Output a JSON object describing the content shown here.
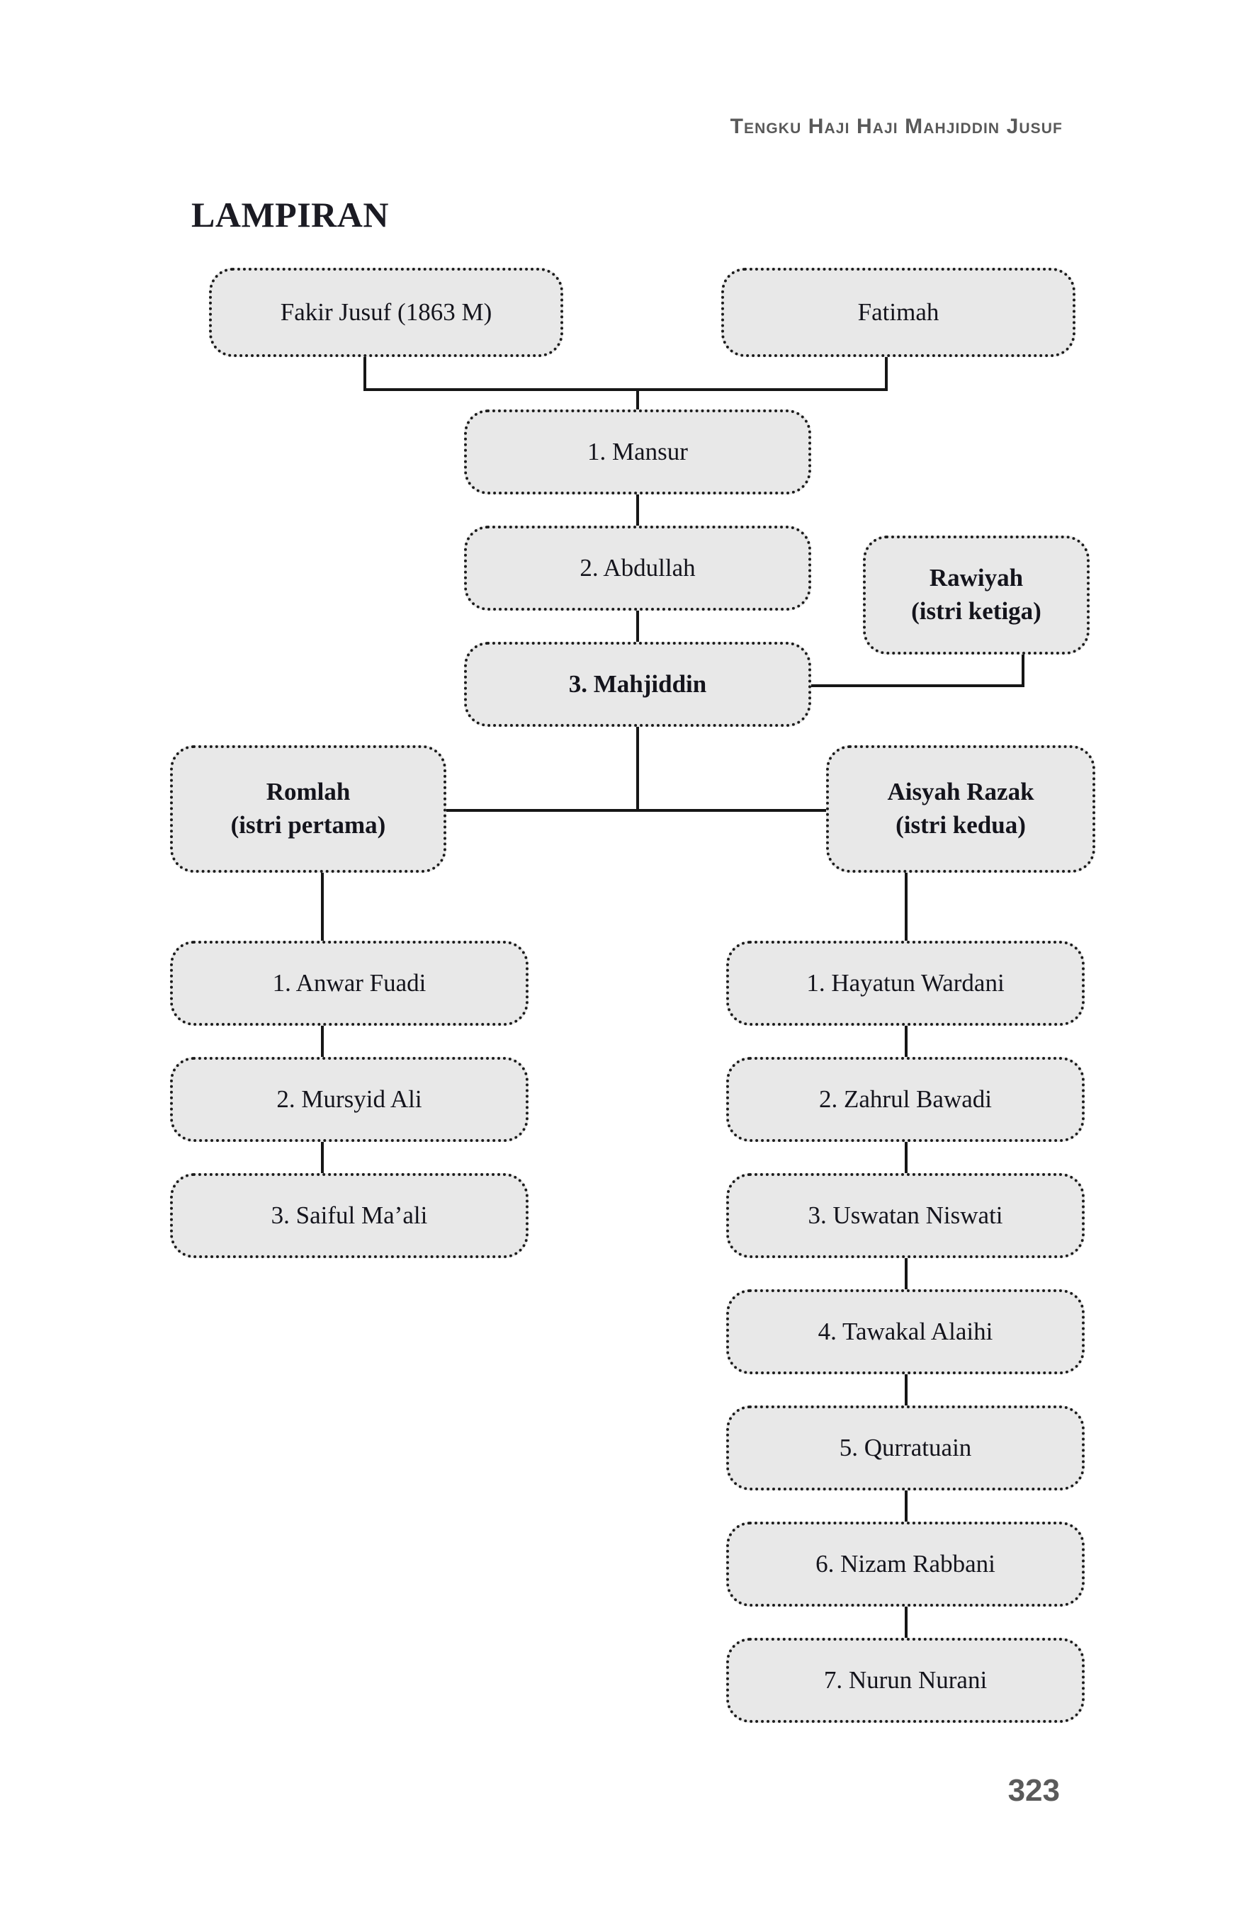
{
  "page": {
    "running_head": "Tengku Haji Haji Mahjiddin Jusuf",
    "title": "LAMPIRAN",
    "page_number": "323"
  },
  "colors": {
    "node_fill": "#e8e8e8",
    "node_border": "#1c1c1c",
    "text": "#14141c",
    "header_gray": "#595959",
    "connector": "#161616"
  },
  "tree": {
    "generation_0": {
      "father": "Fakir Jusuf (1863 M)",
      "mother": "Fatimah"
    },
    "lineage": [
      {
        "label": "1. Mansur",
        "bold": false
      },
      {
        "label": "2. Abdullah",
        "bold": false
      },
      {
        "label": "3. Mahjiddin",
        "bold": true
      }
    ],
    "wives": [
      {
        "name": "Romlah",
        "order": "(istri pertama)"
      },
      {
        "name": "Aisyah Razak",
        "order": "(istri kedua)"
      },
      {
        "name": "Rawiyah",
        "order": "(istri ketiga)"
      }
    ],
    "children_of_romlah": [
      "1. Anwar Fuadi",
      "2. Mursyid Ali",
      "3. Saiful Ma’ali"
    ],
    "children_of_aisyah": [
      "1. Hayatun Wardani",
      "2. Zahrul Bawadi",
      "3. Uswatan Niswati",
      "4. Tawakal Alaihi",
      "5. Qurratuain",
      "6. Nizam Rabbani",
      "7. Nurun Nurani"
    ]
  }
}
